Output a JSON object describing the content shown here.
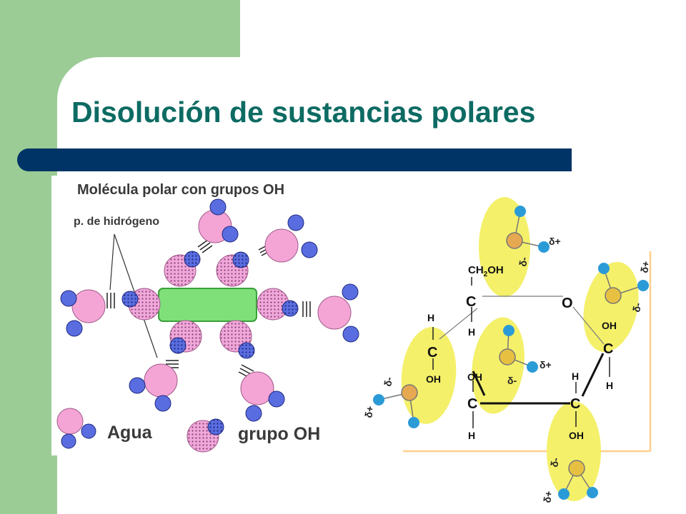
{
  "slide": {
    "title": "Disolución de sustancias polares",
    "colors": {
      "sidebar": "#9ccc96",
      "title": "#0d6b63",
      "bar": "#003466",
      "water_oxygen": "#f4a5d6",
      "water_hydrogen": "#5a6de0",
      "oh_dotted": "#e49ad0",
      "backbone": "#7fe07a",
      "lobe": "#f4f06a",
      "sugar_frame": "#ffcf8c"
    }
  },
  "left_diagram": {
    "heading": "Molécula polar con grupos OH",
    "hbond_label": "p. de hidrógeno",
    "legend_water": "Agua",
    "legend_oh": "grupo OH"
  },
  "right_diagram": {
    "ring_oxygen": "O",
    "carbon": "C",
    "hydrogen": "H",
    "hydroxyl": "OH",
    "ch2oh": "CH",
    "ch2oh_sub": "2",
    "ch2oh_end": "OH",
    "delta_minus": "δ-",
    "delta_plus": "δ+"
  }
}
